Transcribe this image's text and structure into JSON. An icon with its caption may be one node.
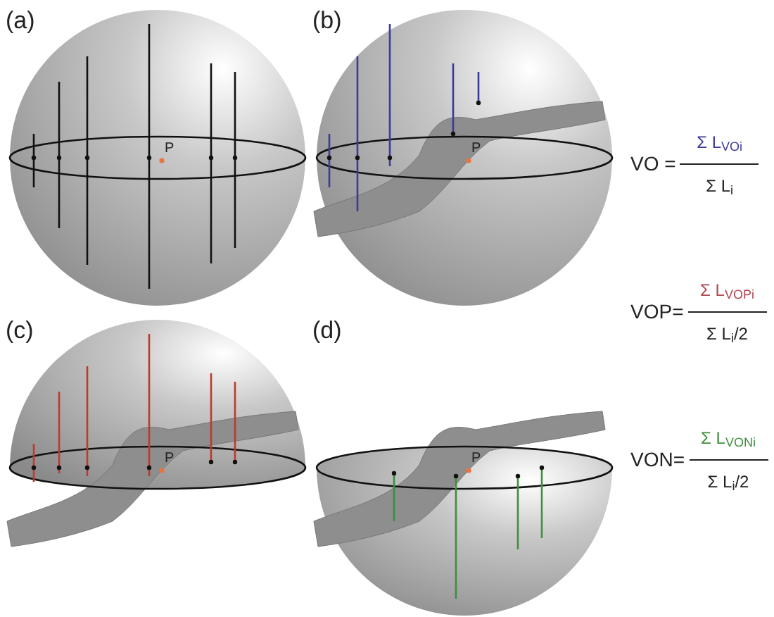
{
  "diagram": {
    "labels": [
      "(a)",
      "P",
      "(b)",
      "P",
      "(c)",
      "P",
      "(d)",
      "P",
      "VO =",
      "Σ L$_{VOi}$",
      "Σ L$_{i}$",
      "VOP=",
      "Σ L$_{VOPi}$",
      "Σ L$_{i}$/2",
      "VON=",
      "Σ L$_{VONi}$",
      "Σ L$_{i}$/2"
    ]
  }
}
